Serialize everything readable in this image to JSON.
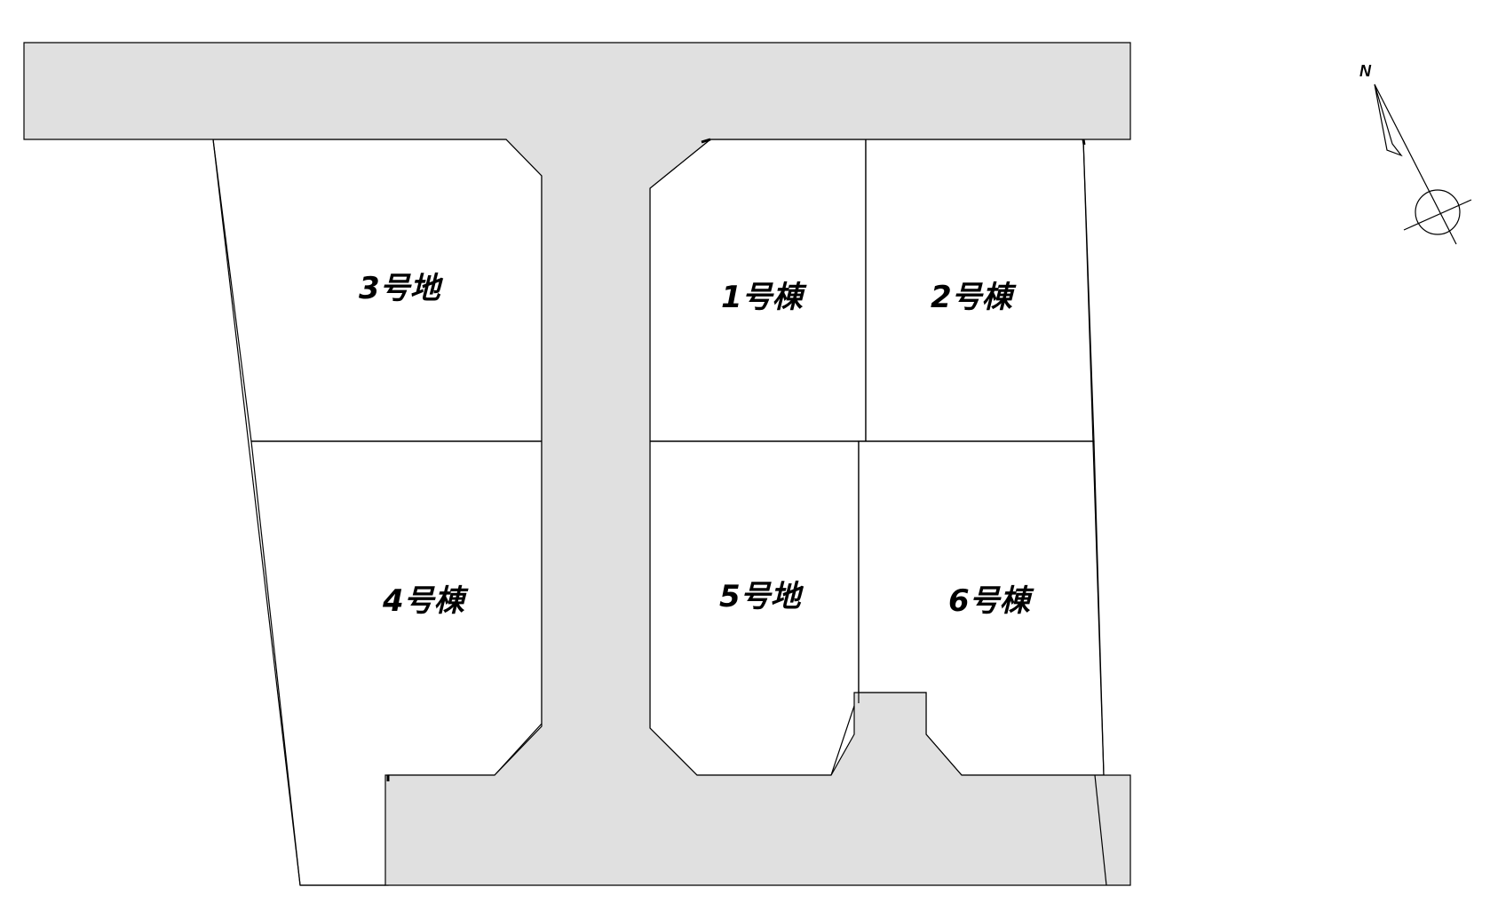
{
  "lots": [
    {
      "id": "lot-3",
      "label": "3号地"
    },
    {
      "id": "lot-1",
      "label": "1号棟"
    },
    {
      "id": "lot-2",
      "label": "2号棟"
    },
    {
      "id": "lot-4",
      "label": "4号棟"
    },
    {
      "id": "lot-5",
      "label": "5号地"
    },
    {
      "id": "lot-6",
      "label": "6号棟"
    }
  ],
  "compass": {
    "north_label": "N"
  },
  "colors": {
    "road": "#e0e0e0",
    "lot": "#ffffff",
    "line": "#000000"
  }
}
